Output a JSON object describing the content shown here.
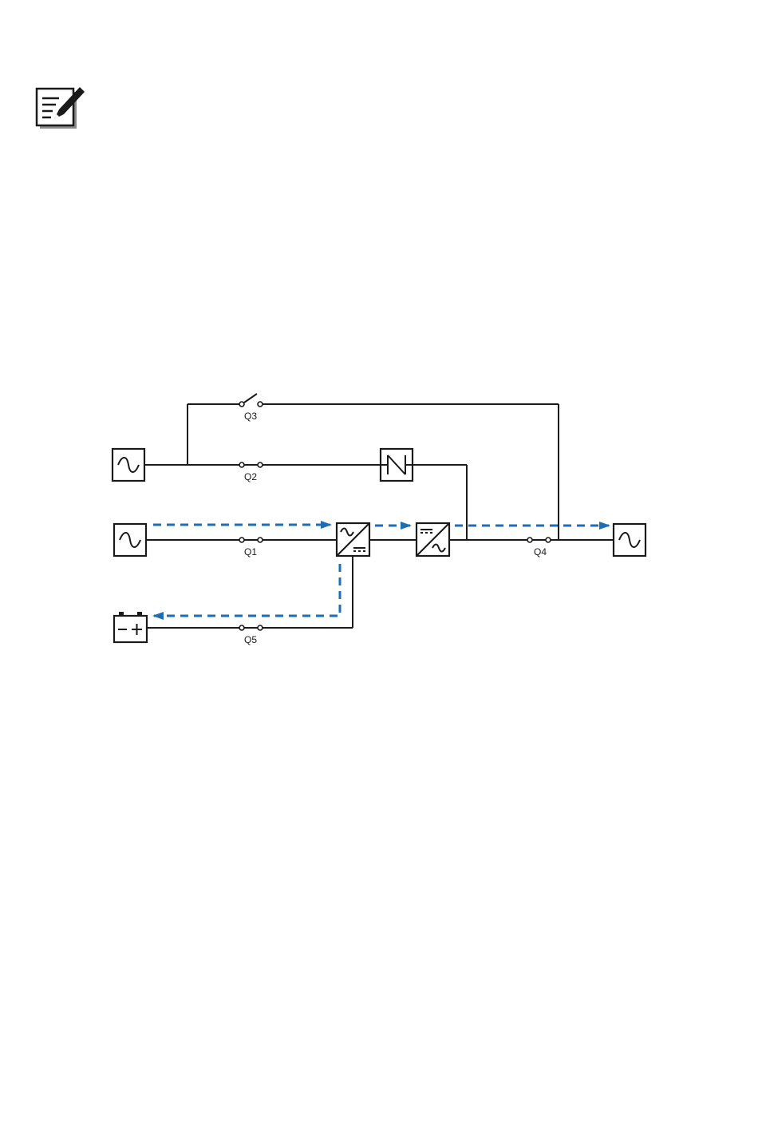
{
  "icons": {
    "note": "note-pencil-icon",
    "ac_source": "ac-sine-icon",
    "static_switch": "static-switch-icon",
    "rectifier": "rectifier-ac-dc-icon",
    "inverter": "inverter-dc-ac-icon",
    "battery": "battery-icon"
  },
  "breakers": {
    "q1": "Q1",
    "q2": "Q2",
    "q3": "Q3",
    "q4": "Q4",
    "q5": "Q5"
  },
  "colors": {
    "power_flow": "#1f6db3",
    "wire": "#1a1a1a"
  }
}
